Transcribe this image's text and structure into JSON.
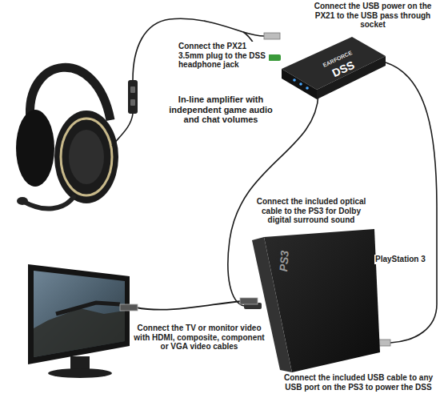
{
  "diagram": {
    "labels": [
      "Connect the PX21 3.5mm plug to the DSS headphone jack",
      "Connect the USB power on the PX21 to the USB pass through socket",
      "In-line amplifier with independent game audio and chat volumes",
      "Connect the included optical cable to the PS3 for Dolby digital surround sound",
      "PlayStation 3",
      "Connect the TV or monitor video with HDMI, composite, component or VGA video cables",
      "Connect the included USB cable to any USB port on the PS3 to power the DSS",
      "EARFORCE",
      "DSS",
      "PS3"
    ]
  }
}
